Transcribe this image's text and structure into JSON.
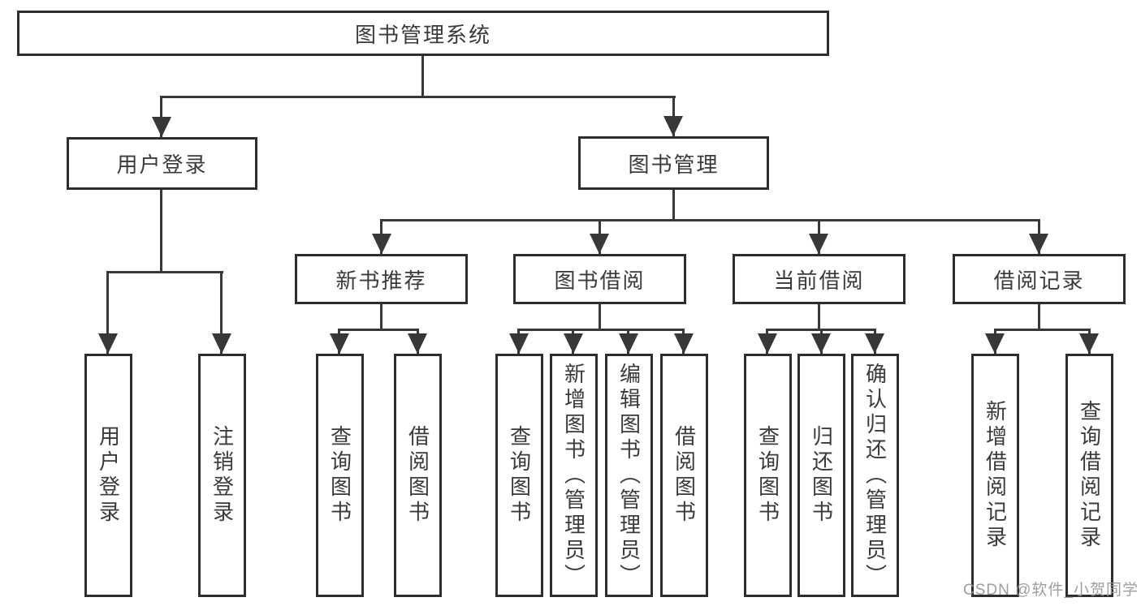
{
  "diagram": {
    "root": "图书管理系统",
    "branches": [
      {
        "label": "用户登录",
        "children": [
          "用户登录",
          "注销登录"
        ]
      },
      {
        "label": "图书管理",
        "children": [
          {
            "label": "新书推荐",
            "children": [
              "查询图书",
              "借阅图书"
            ]
          },
          {
            "label": "图书借阅",
            "children": [
              "查询图书",
              "新增图书（管理员）",
              "编辑图书（管理员）",
              "借阅图书"
            ]
          },
          {
            "label": "当前借阅",
            "children": [
              "查询图书",
              "归还图书",
              "确认归还（管理员）"
            ]
          },
          {
            "label": "借阅记录",
            "children": [
              "新增借阅记录",
              "查询借阅记录"
            ]
          }
        ]
      }
    ]
  },
  "watermark": {
    "text": "CSDN @软件_小贺同学"
  },
  "colors": {
    "line": "#383838",
    "box_border": "#2e2e2e",
    "box_fill": "#ffffff",
    "text": "#3a3a3a",
    "watermark": "#969696"
  }
}
